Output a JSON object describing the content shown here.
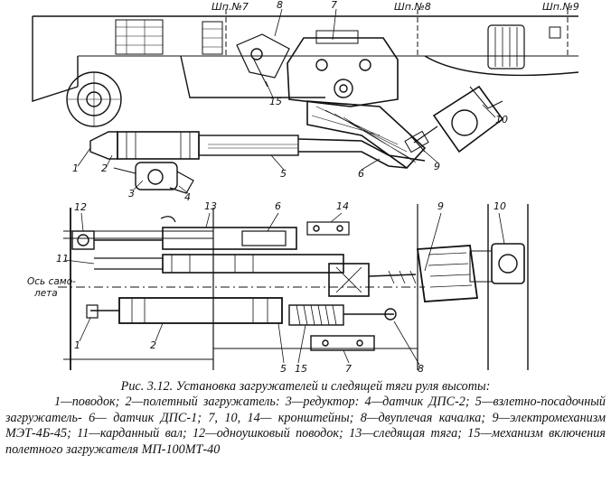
{
  "figure": {
    "station_labels": [
      "Шп.№7",
      "Шп.№8",
      "Шп.№9"
    ],
    "axis_label_line1": "Ось само-",
    "axis_label_line2": "лета",
    "top_callouts": [
      "8",
      "7",
      "15",
      "10",
      "1",
      "2",
      "5",
      "6",
      "9",
      "3",
      "4"
    ],
    "bottom_callouts": [
      "12",
      "13",
      "6",
      "14",
      "9",
      "10",
      "11",
      "1",
      "2",
      "5",
      "15",
      "7",
      "8"
    ]
  },
  "caption": {
    "title": "Рис. 3.12. Установка загружателей и следящей тяги руля высоты:",
    "body": "1—поводок; 2—полетный загружатель: 3—редуктор: 4—датчик ДПС-2; 5—взлетно-посадочный загружатель- 6— датчик ДПС-1; 7, 10, 14— кронштейны; 8—двуплечая качалка; 9—электромеханизм МЭТ-4Б-45; 11—карданный вал; 12—одноушковый поводок; 13—следящая тяга; 15—механизм включения полетного загружателя МП-100МТ-40"
  }
}
